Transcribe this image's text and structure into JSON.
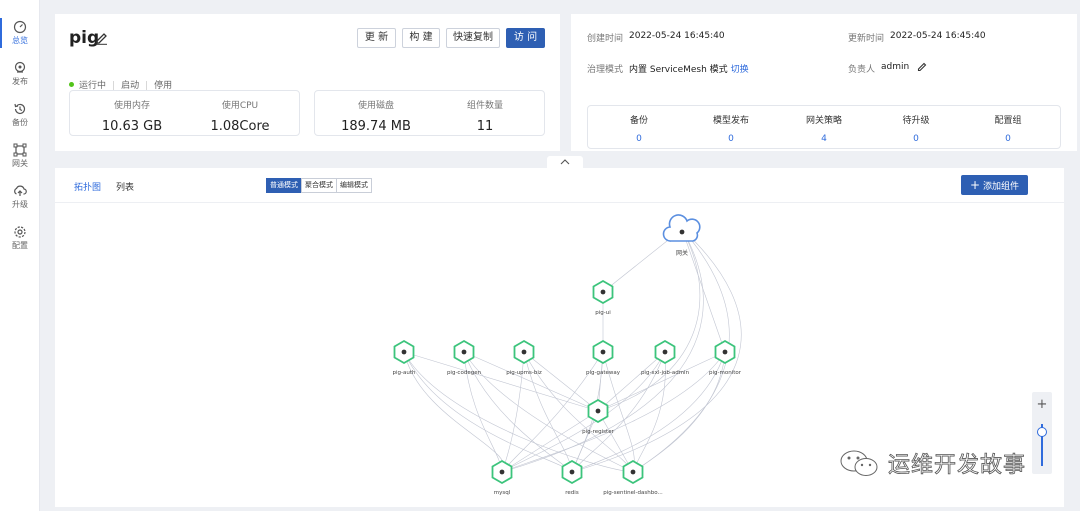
{
  "sidebar": {
    "items": [
      {
        "label": "总览",
        "icon": "dashboard-icon",
        "active": true
      },
      {
        "label": "发布",
        "icon": "publish-icon",
        "active": false
      },
      {
        "label": "备份",
        "icon": "history-icon",
        "active": false
      },
      {
        "label": "网关",
        "icon": "gateway-icon",
        "active": false
      },
      {
        "label": "升级",
        "icon": "upgrade-icon",
        "active": false
      },
      {
        "label": "配置",
        "icon": "gear-icon",
        "active": false
      }
    ]
  },
  "app": {
    "name": "pig",
    "buttons": {
      "update": "更 新",
      "build": "构 建",
      "copy": "快速复制",
      "visit": "访 问"
    },
    "status": "运行中",
    "start": "启动",
    "stop": "停用",
    "resources": [
      {
        "label": "使用内存",
        "value": "10.63 GB"
      },
      {
        "label": "使用CPU",
        "value": "1.08Core"
      },
      {
        "label": "使用磁盘",
        "value": "189.74 MB"
      },
      {
        "label": "组件数量",
        "value": "11"
      }
    ]
  },
  "info": {
    "created_label": "创建时间",
    "created_value": "2022-05-24 16:45:40",
    "updated_label": "更新时间",
    "updated_value": "2022-05-24 16:45:40",
    "governance_label": "治理模式",
    "governance_value": "内置 ServiceMesh 模式",
    "switch_link": "切换",
    "owner_label": "负责人",
    "owner_value": "admin",
    "counts": [
      {
        "label": "备份",
        "value": "0"
      },
      {
        "label": "模型发布",
        "value": "0"
      },
      {
        "label": "网关策略",
        "value": "4"
      },
      {
        "label": "待升级",
        "value": "0"
      },
      {
        "label": "配置组",
        "value": "0"
      }
    ]
  },
  "topology": {
    "tabs": [
      "拓扑图",
      "列表"
    ],
    "modes": [
      "普通模式",
      "聚合模式",
      "编辑模式"
    ],
    "add_button": "添加组件",
    "gateway_label": "网关",
    "nodes": [
      "pig-ui",
      "pig-auth",
      "pig-codegen",
      "pig-upms-biz",
      "pig-gateway",
      "pig-xxl-job-admin",
      "pig-monitor",
      "pig-register",
      "mysql",
      "redis",
      "pig-sentinel-dashbo..."
    ],
    "zoom_level": 0.9
  },
  "watermark": "运维开发故事",
  "colors": {
    "accent": "#2f6bdc",
    "primary_button": "#2e5fb3",
    "node_green": "#3cc47c",
    "running": "#52c41a"
  }
}
